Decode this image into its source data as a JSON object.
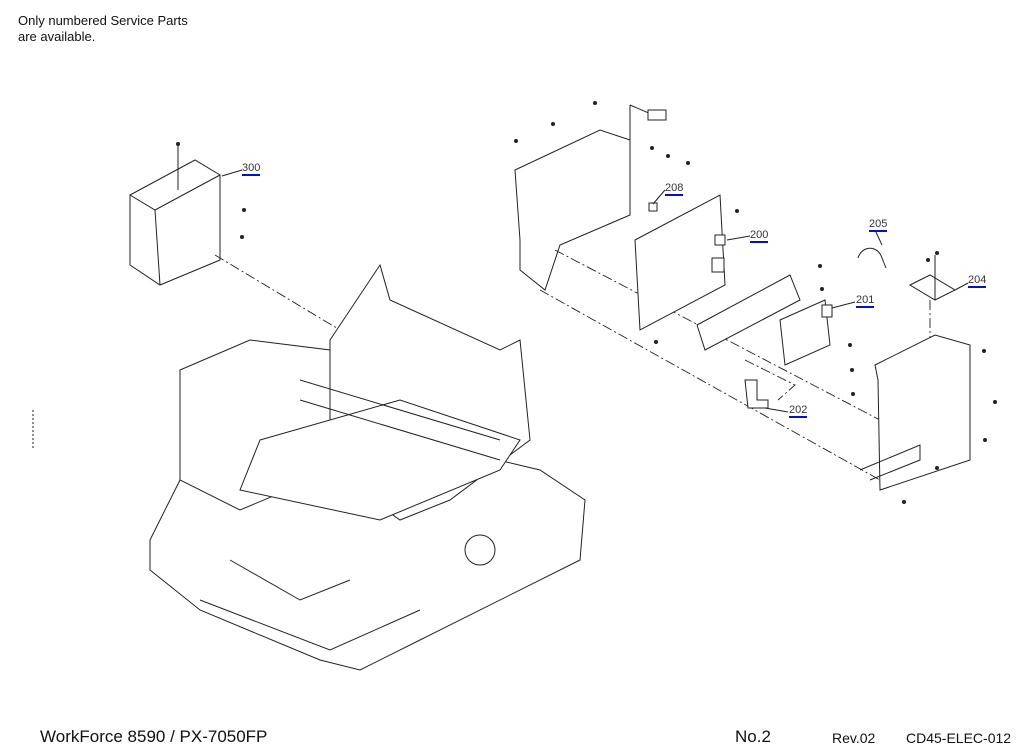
{
  "note": {
    "line1": "Only numbered Service Parts",
    "line2": "are available."
  },
  "callouts": {
    "p300": "300",
    "p208": "208",
    "p200": "200",
    "p205": "205",
    "p204": "204",
    "p201": "201",
    "p202": "202"
  },
  "footer": {
    "model": "WorkForce 8590  / PX-7050FP",
    "page": "No.2",
    "rev": "Rev.02",
    "code": "CD45-ELEC-012"
  },
  "colors": {
    "callout_underline": "#0010d0"
  }
}
